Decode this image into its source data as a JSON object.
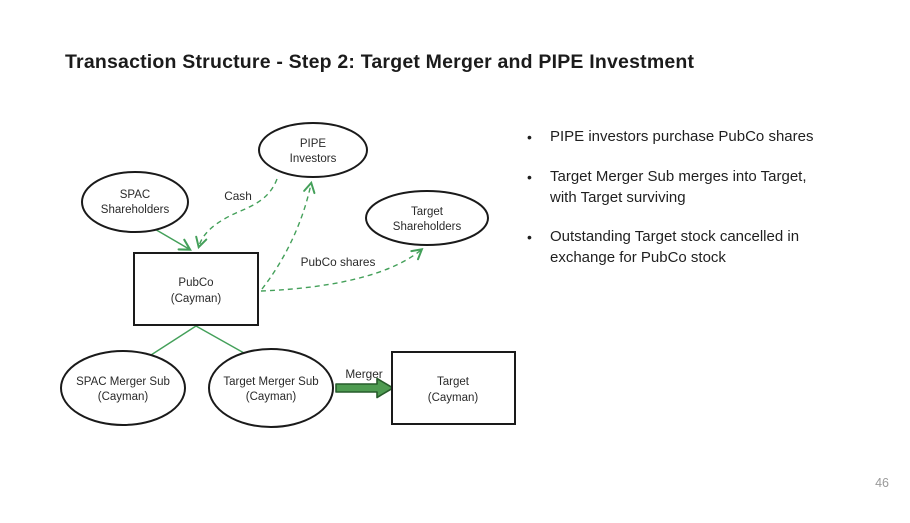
{
  "page": {
    "title": "Transaction Structure - Step 2: Target Merger and PIPE Investment",
    "page_number": "46",
    "background_color": "#ffffff"
  },
  "bullets": {
    "bullet_char": "•",
    "items": [
      {
        "lines": [
          "PIPE investors purchase PubCo shares",
          ""
        ]
      },
      {
        "lines": [
          "Target Merger Sub merges into Target,",
          "with Target surviving"
        ]
      },
      {
        "lines": [
          "Outstanding Target stock cancelled in",
          "exchange for PubCo stock"
        ]
      }
    ]
  },
  "diagram": {
    "colors": {
      "arrow_green": "#44a05a",
      "shape_border": "#1a1a1a",
      "shape_fill": "#ffffff",
      "text": "#2a2a2a",
      "merger_arrow_fill": "#4e9b51",
      "merger_arrow_border": "#275c2b"
    },
    "nodes": {
      "spac_shareholders": {
        "line1": "SPAC",
        "line2": "Shareholders"
      },
      "pipe_investors": {
        "line1": "PIPE",
        "line2": "Investors"
      },
      "target_shareholders": {
        "line1": "Target",
        "line2": "Shareholders"
      },
      "pubco": {
        "line1": "PubCo",
        "line2": "(Cayman)"
      },
      "spac_merger_sub": {
        "line1": "SPAC Merger Sub",
        "line2": "(Cayman)"
      },
      "target_merger_sub": {
        "line1": "Target Merger Sub",
        "line2": "(Cayman)"
      },
      "target": {
        "line1": "Target",
        "line2": "(Cayman)"
      }
    },
    "edge_labels": {
      "cash": "Cash",
      "pubco_shares": "PubCo shares",
      "merger": "Merger"
    }
  }
}
